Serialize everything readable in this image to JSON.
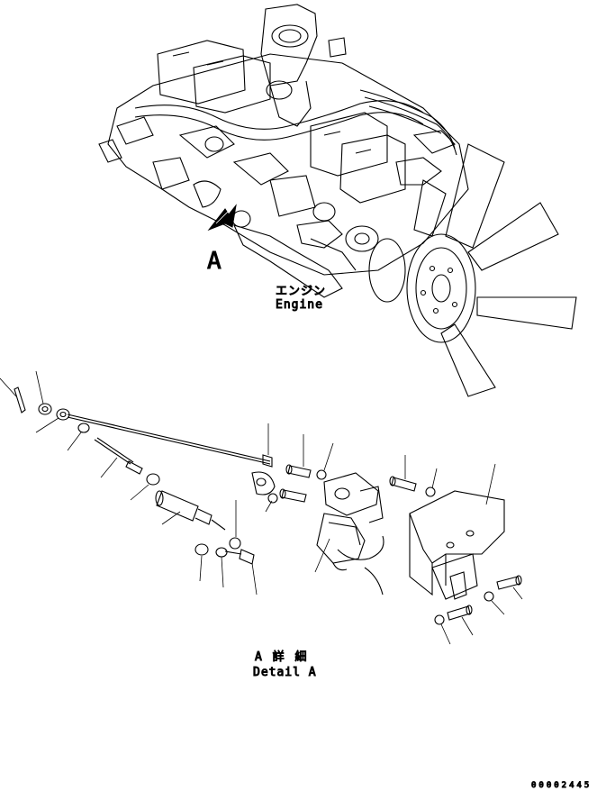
{
  "callouts": {
    "view_letter": "A",
    "engine_jp": "エンジン",
    "engine_en": "Engine",
    "detail_jp": "A 詳 細",
    "detail_en": "Detail A",
    "drawing_number": "00002445"
  }
}
